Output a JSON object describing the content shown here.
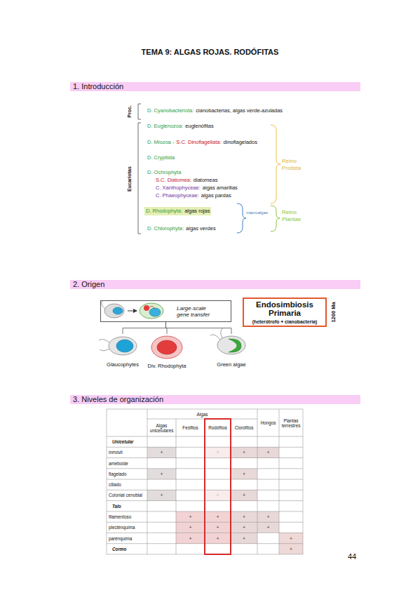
{
  "diagram": {
    "title": "TEMA 9: ALGAS ROJAS. RODÓFITAS",
    "nodes": [
      {
        "text": [
          "1. Introducción"
        ]
      },
      {
        "text": [
          "D. Rhodophyta:",
          "algas rojas"
        ]
      },
      {
        "text": [
          "2. Origen"
        ]
      },
      {
        "text": [
          "Large-scale gene transfer"
        ]
      },
      {
        "text": [
          "Endosimbiosis Primaria",
          "(heterótrofo + cianobacteria)"
        ]
      },
      {
        "text": [
          "Glaucophytes"
        ]
      },
      {
        "text": [
          "Div. Rhodophyta"
        ]
      },
      {
        "text": [
          "Green algae"
        ]
      },
      {
        "text": [
          "3. Niveles de organización"
        ]
      }
    ],
    "edges": [
      {
        "from": 3,
        "to": 5,
        "arrow": "none"
      },
      {
        "from": 3,
        "to": 6,
        "arrow": "none"
      },
      {
        "from": 3,
        "to": 7,
        "arrow": "none"
      }
    ],
    "labels": [
      "Proc.",
      "D. Cyanobacteriota:",
      "cianobacterias, algas verde-azuladas",
      "Eucariotas",
      "D. Euglenozoa:",
      "euglenófitas",
      "D. Miozoa -",
      "S.C. Dinoflagellata:",
      "dinoflagelados",
      "D. Cryptista",
      "D. Ochrophyta",
      "S.C. Diatomea:",
      "diatomeas",
      "C. Xanthophyceae:",
      "algas amarillas",
      "C. Phaeophyceae:",
      "algas pardas",
      "D. Chlorophyta:",
      "algas verdes",
      "Reino Protista",
      "macroalgas",
      "Reino Plantae",
      "1200 Ma",
      "Algas",
      "Algas unicelulares",
      "Feófitos",
      "Rodófitos",
      "Clorófitos",
      "Hongos",
      "Plantas terrestres",
      "Unicelular",
      "inmóvil",
      "+",
      "+",
      "+",
      "+",
      "ameboide",
      "flagelado",
      "+",
      "+",
      "ciliado",
      "Colonial cenobial",
      "+",
      "+",
      "+",
      "Talo",
      "filamentoso",
      "+",
      "+",
      "+",
      "+",
      "plecténquima",
      "+",
      "+",
      "+",
      "+",
      "parénquima",
      "+",
      "+",
      "+",
      "+",
      "Cormo",
      "+",
      "44"
    ]
  }
}
